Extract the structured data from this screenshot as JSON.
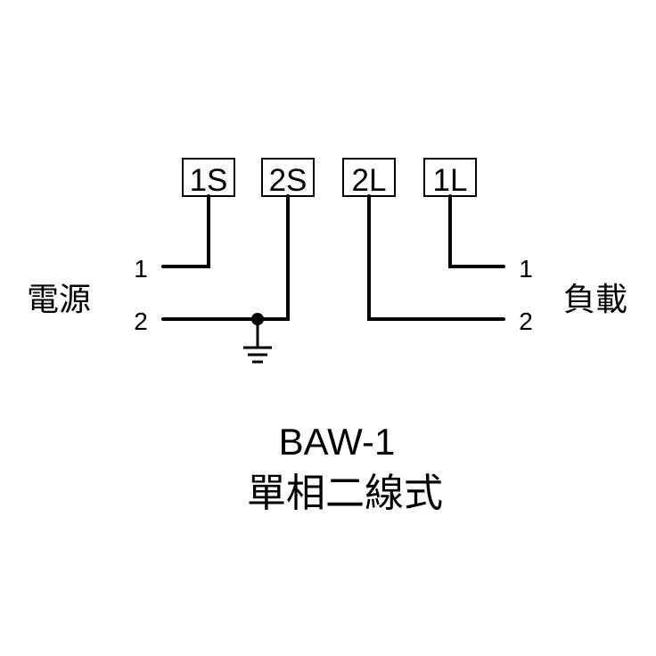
{
  "terminals": [
    {
      "label": "1S"
    },
    {
      "label": "2S"
    },
    {
      "label": "2L"
    },
    {
      "label": "1L"
    }
  ],
  "source": {
    "label": "電源",
    "lines": [
      "1",
      "2"
    ]
  },
  "load": {
    "label": "負載",
    "lines": [
      "1",
      "2"
    ]
  },
  "ground_symbol": "ground-icon",
  "model": "BAW-1",
  "description": "單相二線式"
}
